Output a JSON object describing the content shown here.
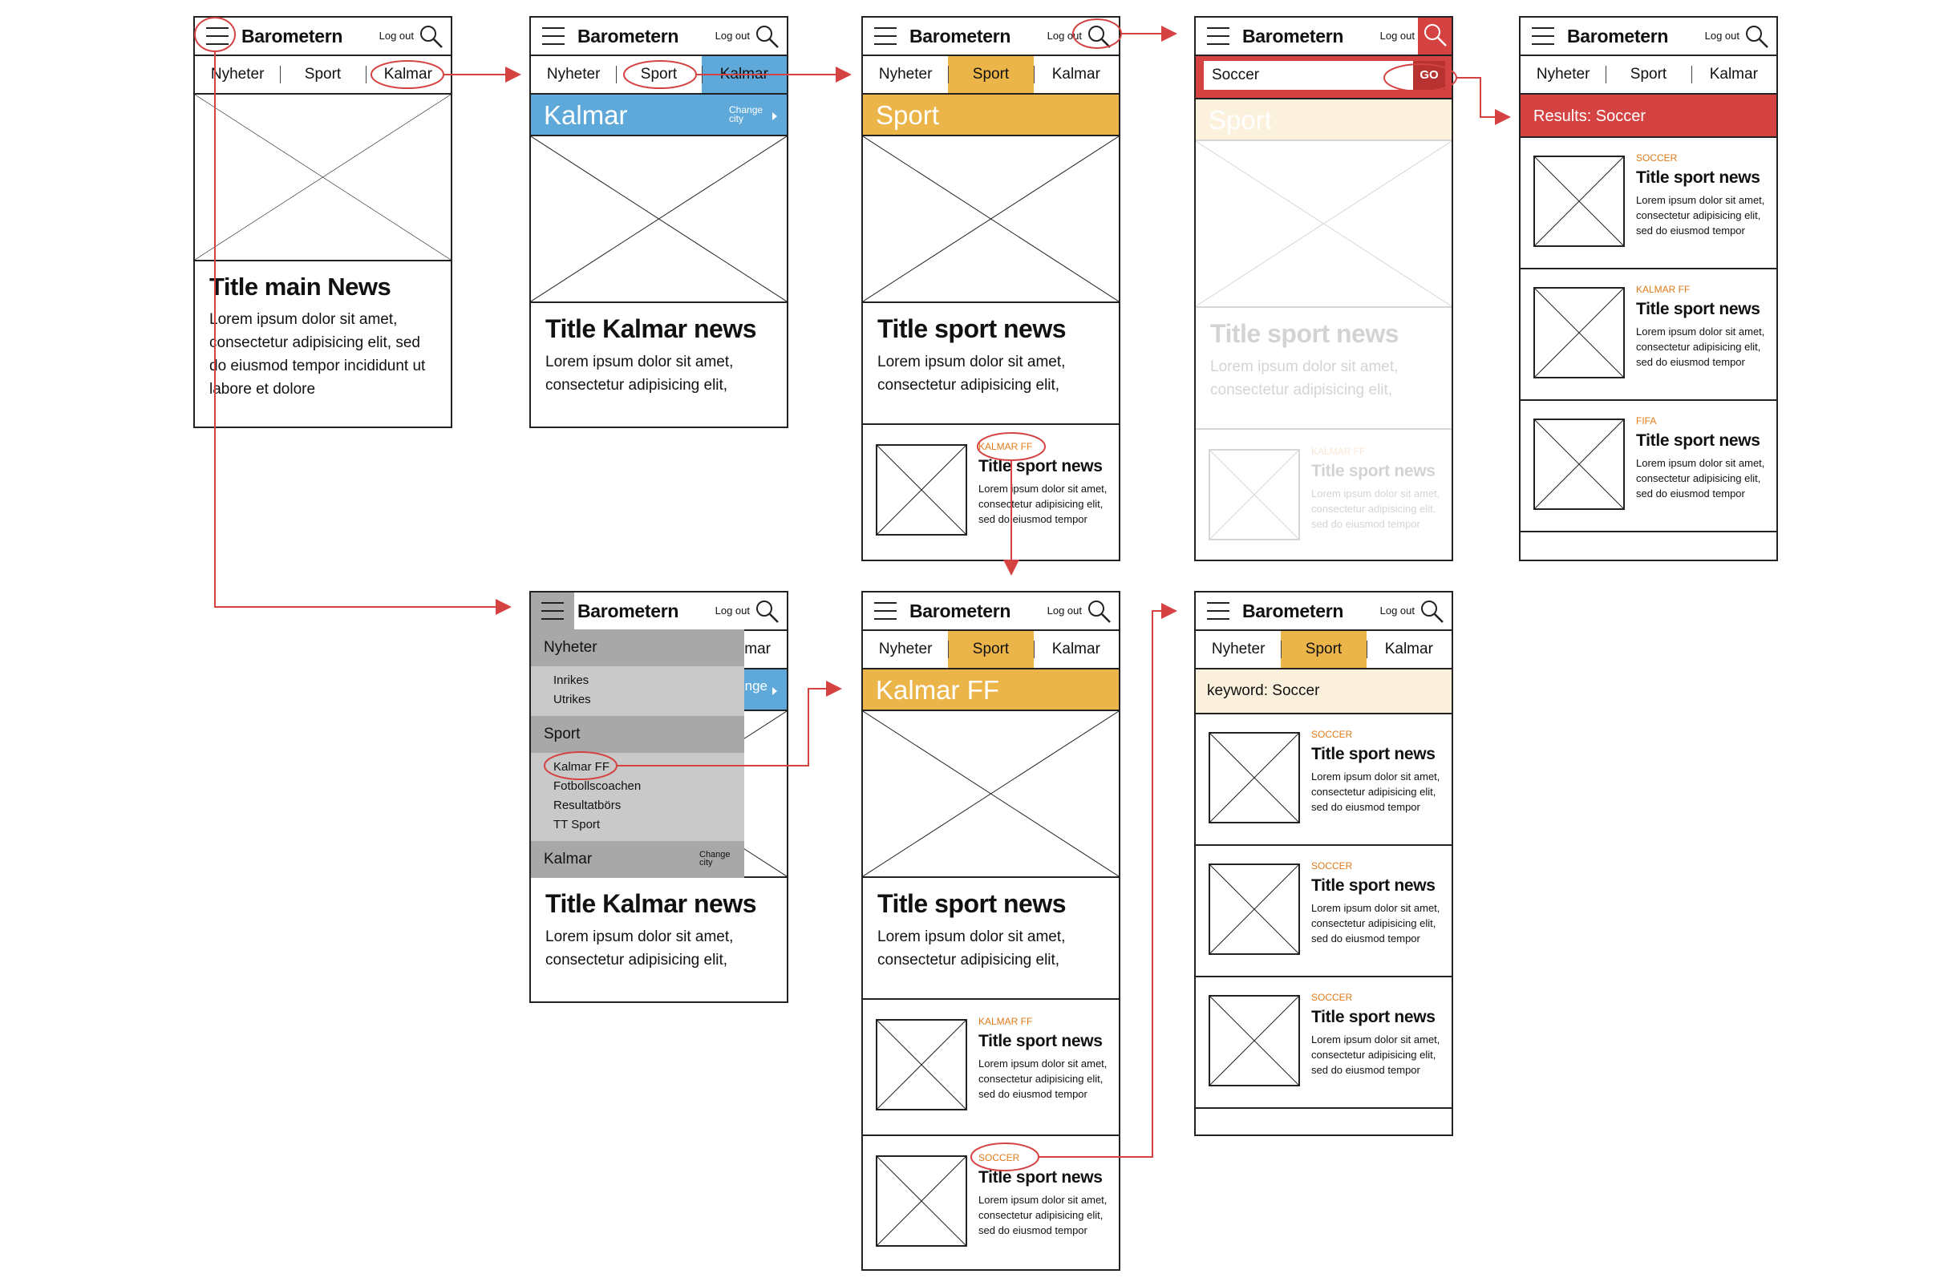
{
  "brand": "Barometern",
  "logout": "Log out",
  "nav": {
    "nyheter": "Nyheter",
    "sport": "Sport",
    "kalmar": "Kalmar"
  },
  "screens": {
    "home": {
      "title": "Title main News",
      "body": "Lorem ipsum dolor sit amet, consectetur adipisicing elit, sed do eiusmod tempor incididunt ut labore et dolore"
    },
    "kalmar": {
      "band": "Kalmar",
      "change_city": "Change city",
      "title": "Title Kalmar news",
      "body": "Lorem ipsum dolor sit amet, consectetur adipisicing elit,"
    },
    "sport": {
      "band": "Sport",
      "title": "Title sport news",
      "body": "Lorem ipsum dolor sit amet, consectetur adipisicing elit,"
    },
    "search": {
      "query": "Soccer",
      "go": "GO"
    },
    "results": {
      "band": "Results: Soccer"
    },
    "kalmarff": {
      "band": "Kalmar FF"
    },
    "keyword": {
      "label": "keyword: Soccer"
    }
  },
  "card_common": {
    "title": "Title sport news",
    "text": "Lorem ipsum dolor sit amet, consectetur adipisicing elit, sed do eiusmod tempor"
  },
  "tags": {
    "kalmarff": "KALMAR FF",
    "soccer": "SOCCER",
    "fifa": "FIFA"
  },
  "menu": {
    "nyheter": "Nyheter",
    "nyheter_items": [
      "Inrikes",
      "Utrikes"
    ],
    "sport": "Sport",
    "sport_items": [
      "Kalmar FF",
      "Fotbollscoachen",
      "Resultatbörs",
      "TT Sport"
    ],
    "kalmar": "Kalmar",
    "change_city": "Change city",
    "peek_mar": "mar",
    "peek_nge": "nge"
  },
  "colors": {
    "annotation": "#d54242",
    "sport": "#ecb54a",
    "kalmar": "#5ea9d9",
    "search": "#d54242",
    "tag": "#e07a1a"
  },
  "icons": {
    "menu": "hamburger-icon",
    "search": "magnifier-icon",
    "chevron": "chevron-right-icon",
    "placeholder": "image-placeholder-icon"
  }
}
